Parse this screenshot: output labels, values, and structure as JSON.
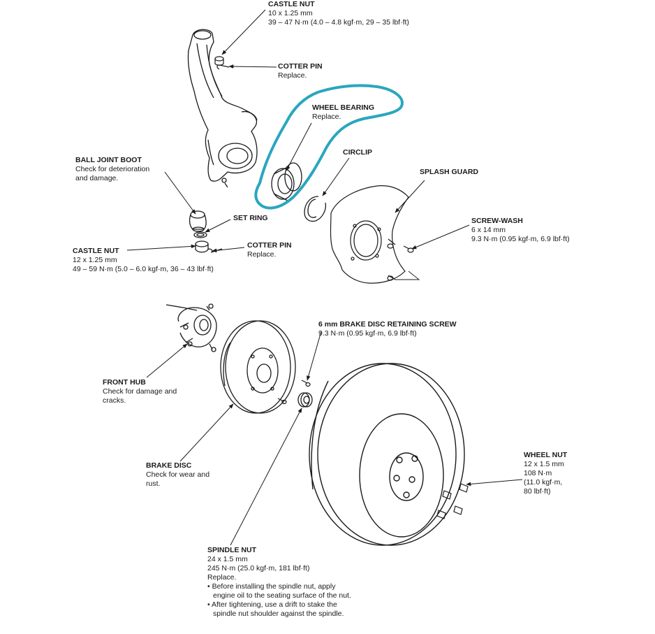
{
  "colors": {
    "ink": "#1a1a1a",
    "highlight": "#2aa6bf"
  },
  "labels": {
    "castle_nut_top": {
      "title": "CASTLE NUT",
      "line1": "10 x 1.25 mm",
      "line2": "39 – 47 N·m (4.0 – 4.8 kgf·m, 29 – 35 lbf·ft)"
    },
    "cotter_pin_top": {
      "title": "COTTER PIN",
      "line1": "Replace."
    },
    "wheel_bearing": {
      "title": "WHEEL BEARING",
      "line1": "Replace."
    },
    "circlip": {
      "title": "CIRCLIP"
    },
    "splash_guard": {
      "title": "SPLASH GUARD"
    },
    "ball_joint_boot": {
      "title": "BALL JOINT BOOT",
      "line1": "Check for deterioration",
      "line2": "and damage."
    },
    "set_ring": {
      "title": "SET RING"
    },
    "castle_nut_lower": {
      "title": "CASTLE NUT",
      "line1": "12 x 1.25 mm",
      "line2": "49 – 59 N·m (5.0 – 6.0 kgf·m, 36 – 43 lbf·ft)"
    },
    "cotter_pin_lower": {
      "title": "COTTER PIN",
      "line1": "Replace."
    },
    "screw_washer": {
      "title": "SCREW-WASH",
      "line1": "6 x 14 mm",
      "line2": "9.3 N·m (0.95 kgf·m, 6.9 lbf·ft)"
    },
    "disc_screw": {
      "title": "6 mm BRAKE DISC RETAINING SCREW",
      "line1": "9.3 N·m (0.95 kgf·m, 6.9 lbf·ft)"
    },
    "front_hub": {
      "title": "FRONT HUB",
      "line1": "Check for damage and",
      "line2": "cracks."
    },
    "brake_disc": {
      "title": "BRAKE DISC",
      "line1": "Check for wear and",
      "line2": "rust."
    },
    "wheel_nut": {
      "title": "WHEEL NUT",
      "line1": "12 x 1.5 mm",
      "line2": "108 N·m",
      "line3": "(11.0 kgf·m,",
      "line4": "80 lbf·ft)"
    },
    "spindle_nut": {
      "title": "SPINDLE NUT",
      "line1": "24 x 1.5 mm",
      "line2": "245 N·m (25.0 kgf·m, 181 lbf·ft)",
      "line3": "Replace.",
      "line4": "• Before installing the spindle nut, apply",
      "line5": "engine oil to the seating surface of the nut.",
      "line6": "• After tightening, use a drift to stake the",
      "line7": "spindle nut shoulder against the spindle."
    }
  }
}
